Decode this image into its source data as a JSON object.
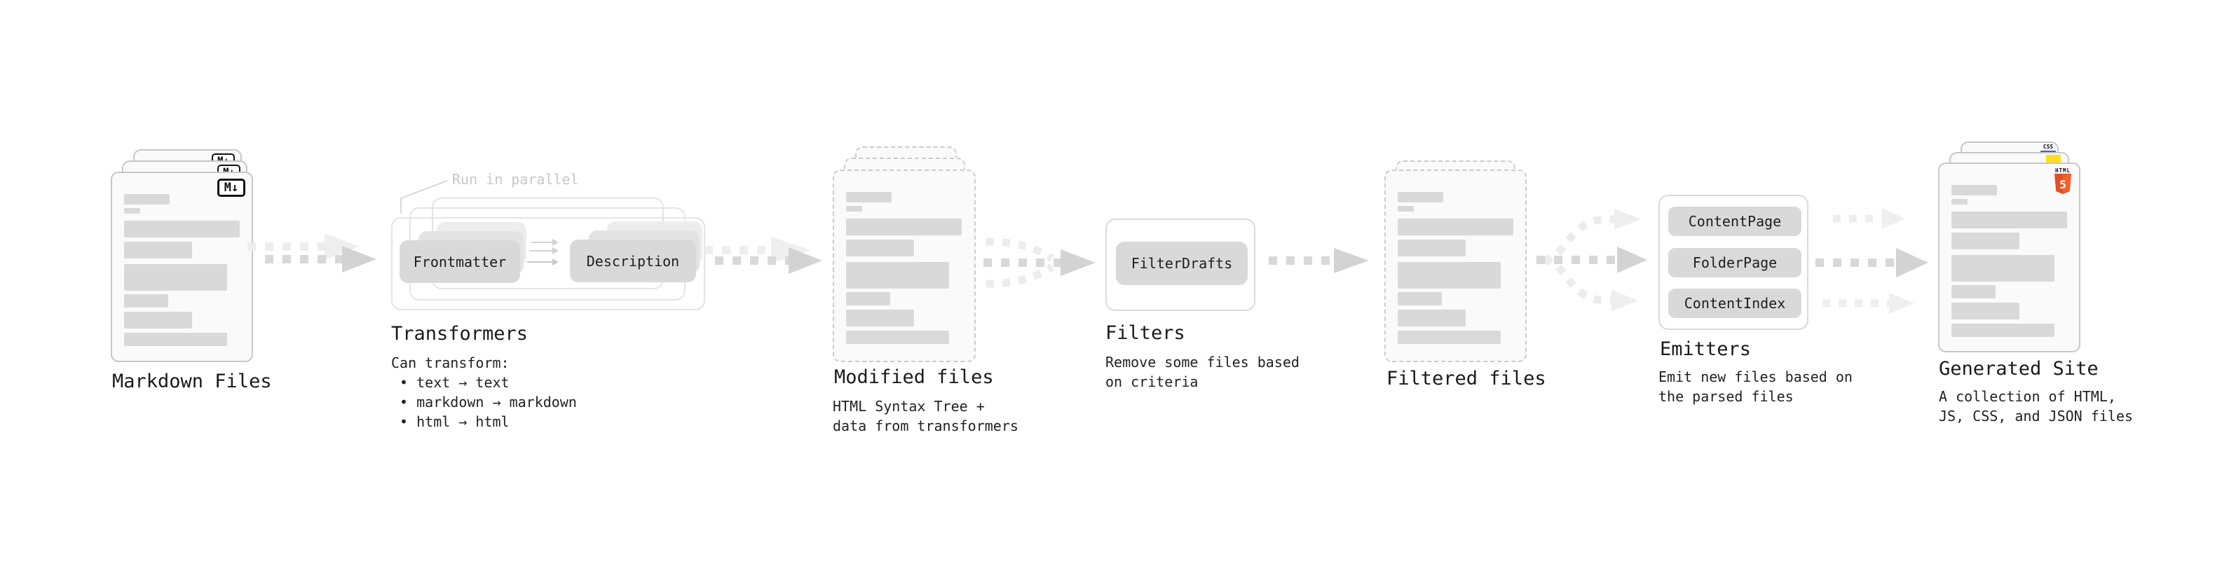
{
  "diagram": {
    "stages": {
      "markdown": {
        "title": "Markdown Files",
        "badge": "M↓"
      },
      "transformers": {
        "title": "Transformers",
        "annotation": "Run in parallel",
        "nodes": [
          "Frontmatter",
          "Description"
        ],
        "description": "Can transform:\n • text → text\n • markdown → markdown\n • html → html"
      },
      "modified": {
        "title": "Modified files",
        "description": "HTML Syntax Tree +\ndata from transformers"
      },
      "filters": {
        "title": "Filters",
        "nodes": [
          "FilterDrafts"
        ],
        "description": "Remove some files based\non criteria"
      },
      "filtered": {
        "title": "Filtered files"
      },
      "emitters": {
        "title": "Emitters",
        "nodes": [
          "ContentPage",
          "FolderPage",
          "ContentIndex"
        ],
        "description": "Emit new files based on\nthe parsed files"
      },
      "generated": {
        "title": "Generated Site",
        "description": "A collection of HTML,\nJS, CSS, and JSON files",
        "file_badges": {
          "css": "CSS",
          "html": {
            "label": "HTML",
            "number": "5"
          }
        }
      }
    },
    "colors": {
      "html5_orange": "#e44d26",
      "html5_orange_light": "#f16529",
      "js_yellow": "#ffdf1b",
      "css_blue": "#2b62e9",
      "node_gray": "#d9d9d9",
      "arrow_gray": "#d8d8d8",
      "ghost_arrow_gray": "#eeeeee",
      "annotation_gray": "#c8c8c8",
      "text_dark": "#1a1a1a"
    }
  }
}
